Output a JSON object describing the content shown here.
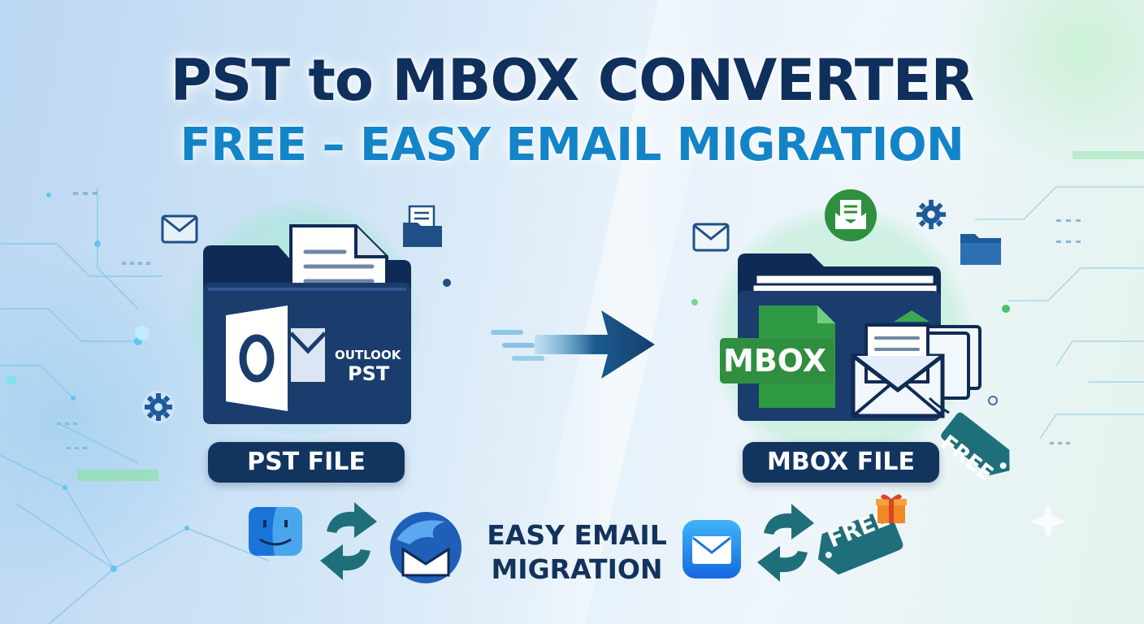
{
  "title": {
    "line1": "PST to MBOX CONVERTER",
    "line2": "FREE – EASY EMAIL MIGRATION"
  },
  "left_panel": {
    "badge_line1": "OUTLOOK",
    "badge_line2": "PST",
    "logo_letter": "O",
    "pill_label": "PST FILE"
  },
  "right_panel": {
    "mbox_label": "MBOX",
    "pill_label": "MBOX FILE",
    "tag_label": "FREE"
  },
  "bottom": {
    "migration_line1": "EASY EMAIL",
    "migration_line2": "MIGRATION",
    "free_tag_label": "FREE"
  },
  "icons": [
    "envelope-icon",
    "folder-icon",
    "gear-icon",
    "finder-icon",
    "sync-arrows-icon",
    "thunderbird-icon",
    "apple-mail-icon",
    "gift-icon",
    "arrow-right-icon"
  ],
  "colors": {
    "navy": "#12355f",
    "accent_blue": "#1384c8",
    "mbox_green": "#2e9a44",
    "teal": "#1f6f7a"
  }
}
